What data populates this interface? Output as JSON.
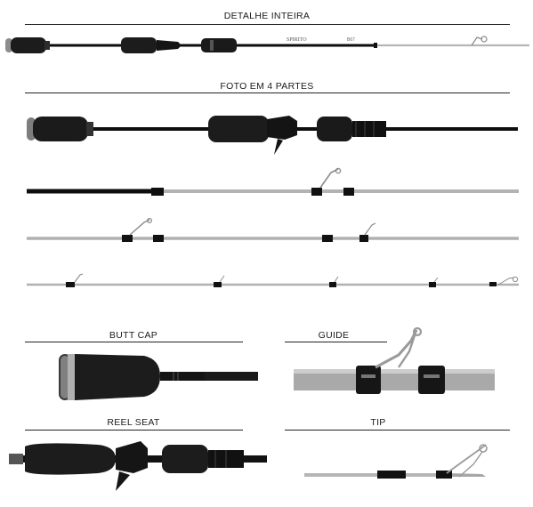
{
  "sections": {
    "full_detail": "DETALHE INTEIRA",
    "four_parts": "FOTO EM 4 PARTES",
    "butt_cap": "BUTT CAP",
    "guide": "GUIDE",
    "reel_seat": "REEL SEAT",
    "tip": "TIP"
  },
  "rod_text": {
    "brand": "SPIRITO",
    "model": "B67"
  },
  "colors": {
    "grip": "#1c1c1c",
    "blank_dark": "#111111",
    "blank_silver": "#b9b9b9",
    "guide_metal": "#9a9a9a"
  }
}
